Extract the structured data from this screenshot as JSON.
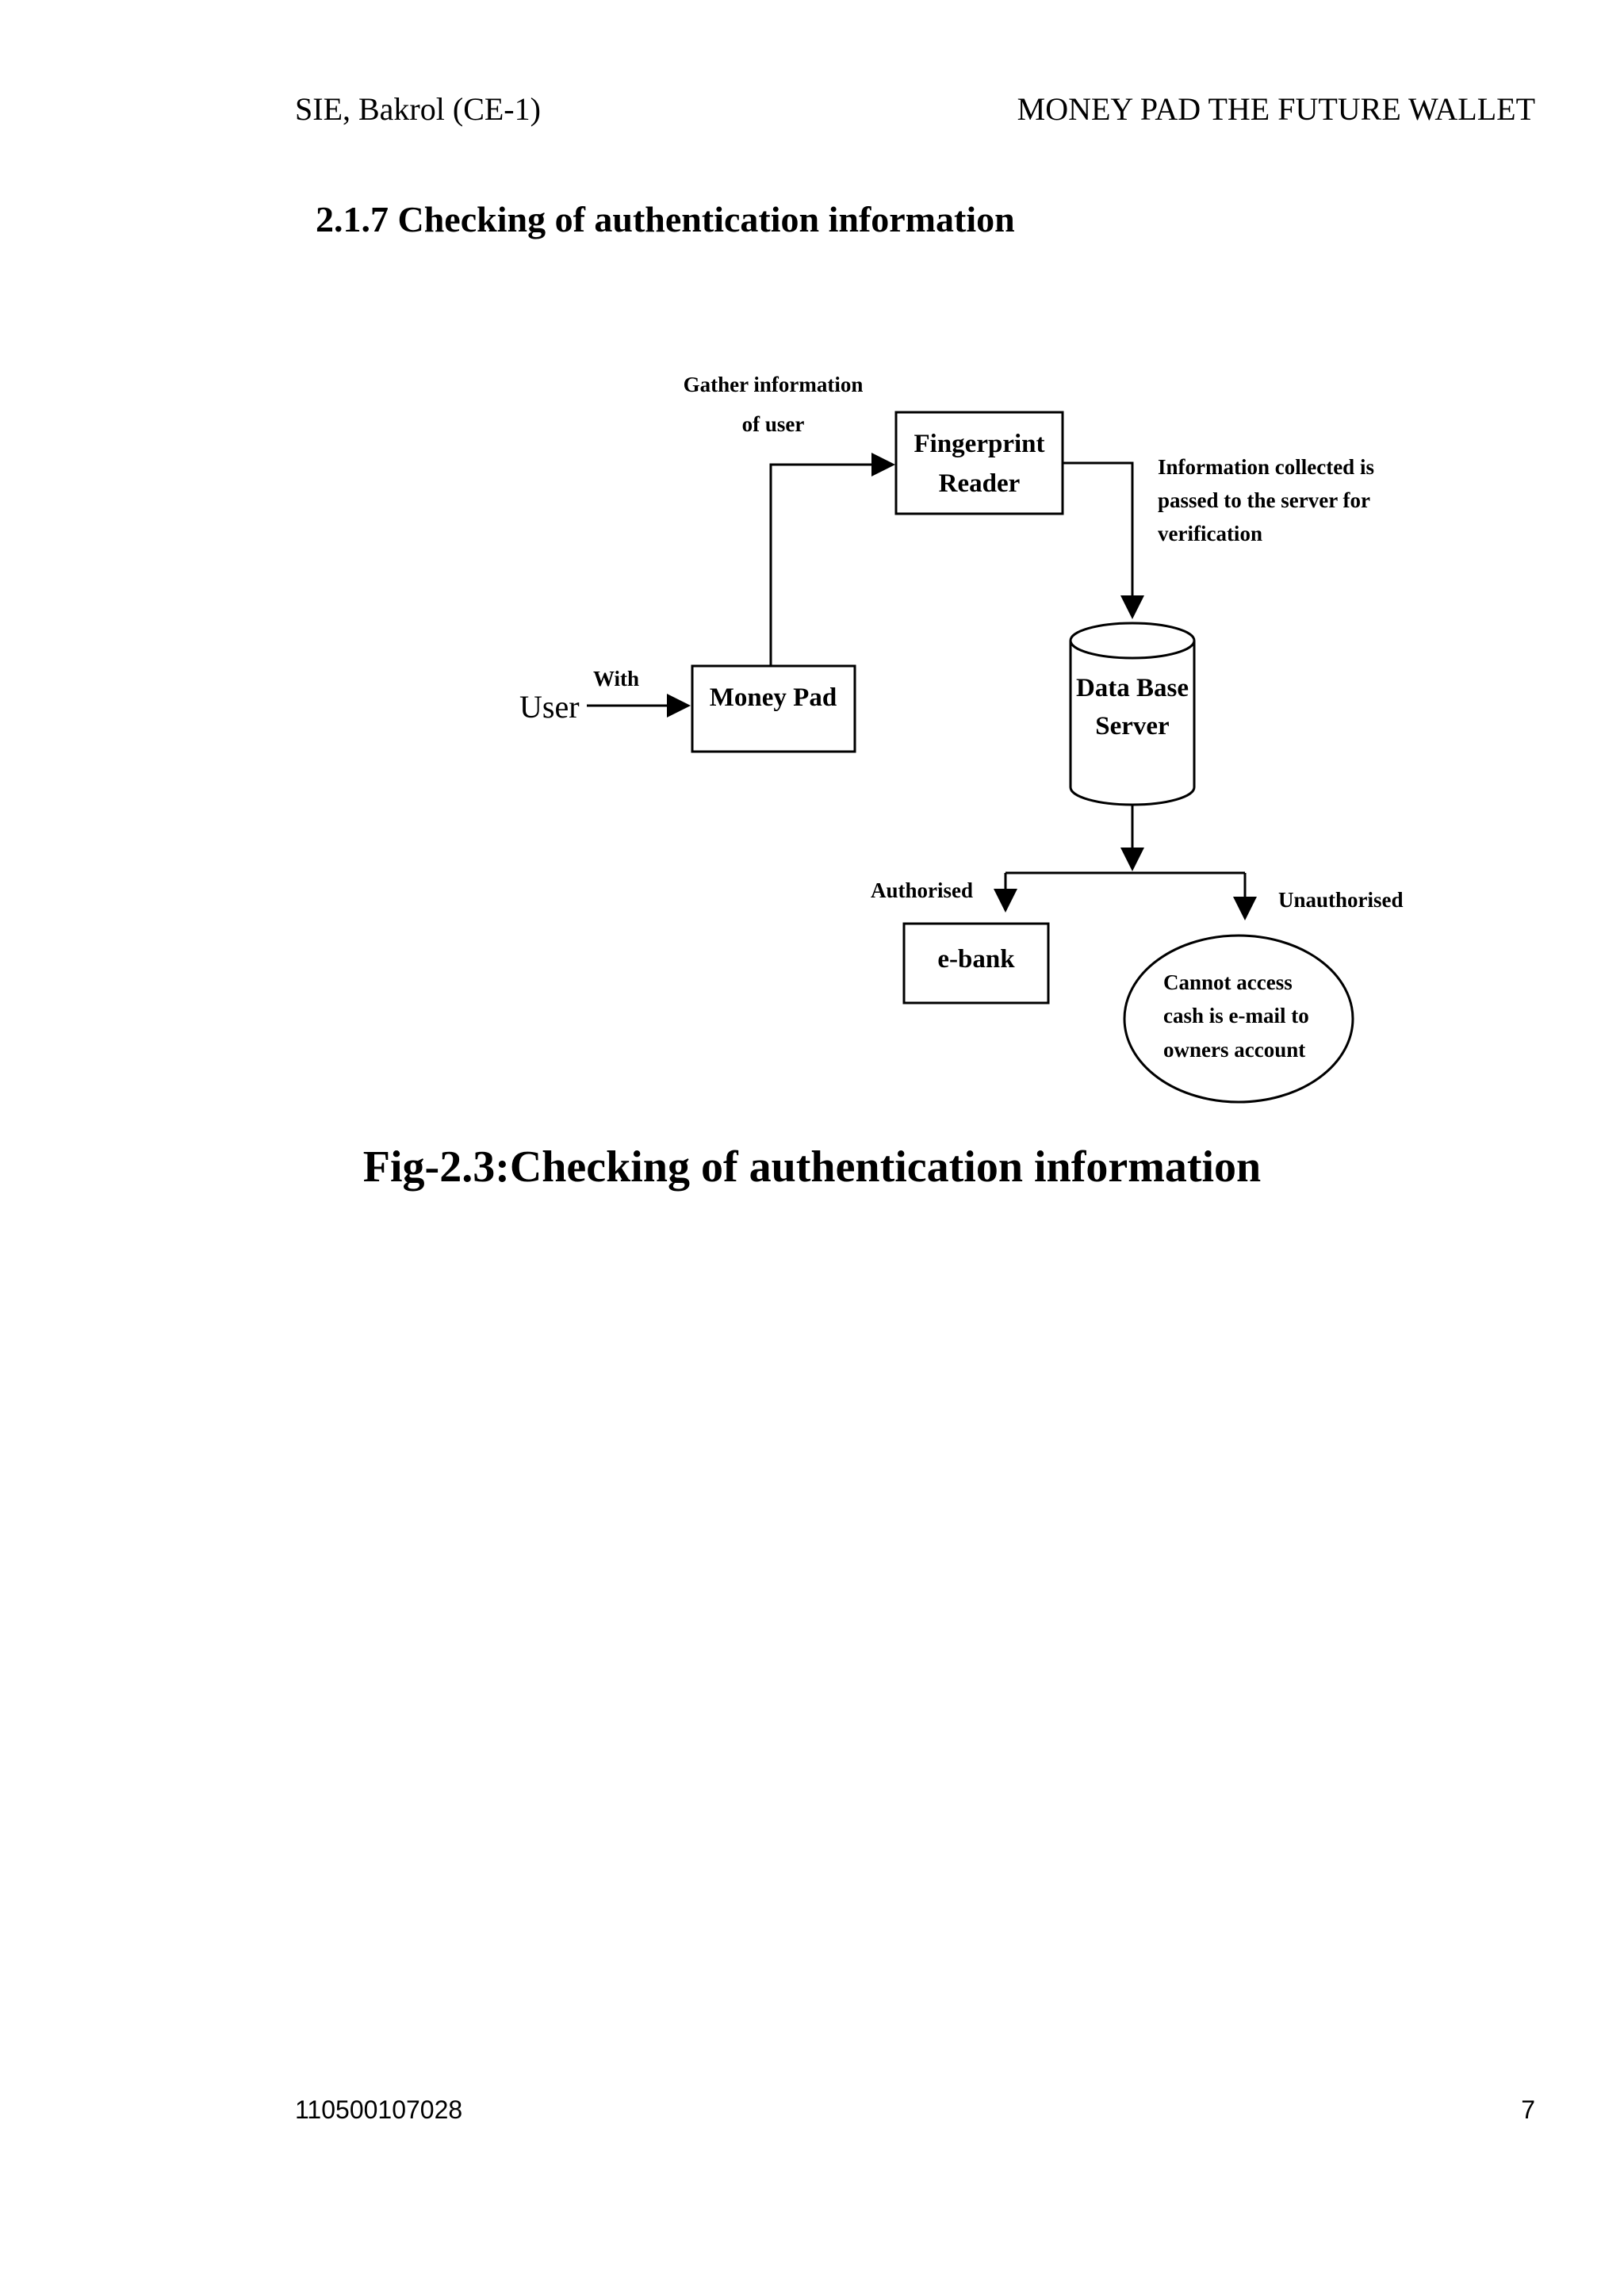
{
  "header": {
    "left": "SIE, Bakrol (CE-1)",
    "right": "MONEY PAD THE FUTURE WALLET"
  },
  "section_heading": "2.1.7 Checking of authentication information",
  "diagram": {
    "nodes": {
      "user": "User",
      "money_pad": "Money Pad",
      "fingerprint_reader": [
        "Fingerprint",
        "Reader"
      ],
      "database_server": [
        "Data Base",
        "Server"
      ],
      "ebank": "e-bank",
      "unauthorised_outcome": [
        "Cannot access",
        "cash is e-mail to",
        "owners account"
      ]
    },
    "edge_labels": {
      "with": "With",
      "gather": [
        "Gather information",
        "of user"
      ],
      "info_passed": [
        "Information collected is",
        "passed to the server for",
        "verification"
      ],
      "authorised": "Authorised",
      "unauthorised": "Unauthorised"
    }
  },
  "caption": "Fig-2.3:Checking of authentication information",
  "footer": {
    "left": "110500107028",
    "right": "7"
  }
}
